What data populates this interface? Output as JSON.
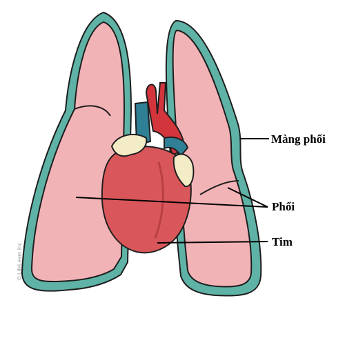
{
  "labels": {
    "pleura": "Màng phổi",
    "lung": "Phổi",
    "heart": "Tim"
  },
  "copyright": "© LifeLearn Inc.",
  "colors": {
    "pleura": "#5fb3a6",
    "lung": "#f2b3b7",
    "lung_shade": "#e79aa0",
    "heart": "#d9575a",
    "heart_dark": "#b93f44",
    "aorta": "#d3353d",
    "vein": "#2f7f95",
    "fat": "#f3ecc7",
    "outline": "#1e1e1e"
  }
}
